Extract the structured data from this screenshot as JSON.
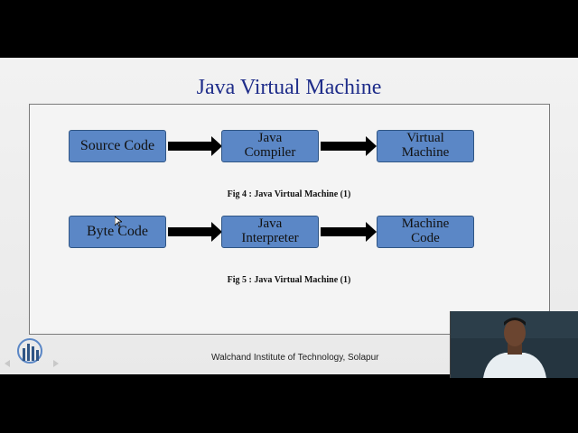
{
  "slide": {
    "title": "Java Virtual Machine",
    "fig1": {
      "boxes": [
        {
          "lines": [
            "Source Code"
          ]
        },
        {
          "lines": [
            "Java",
            "Compiler"
          ]
        },
        {
          "lines": [
            "Virtual",
            "Machine"
          ]
        }
      ],
      "caption": "Fig 4 : Java Virtual Machine (1)"
    },
    "fig2": {
      "boxes": [
        {
          "lines": [
            "Byte Code"
          ]
        },
        {
          "lines": [
            "Java",
            "Interpreter"
          ]
        },
        {
          "lines": [
            "Machine",
            "Code"
          ]
        }
      ],
      "caption": "Fig 5 : Java Virtual Machine (1)"
    },
    "footer": "Walchand Institute of Technology, Solapur"
  },
  "colors": {
    "title": "#1f2d8a",
    "box_fill": "#5b87c6",
    "box_border": "#2f5585",
    "arrow": "#000000"
  },
  "icons": {
    "logo": "institute-logo-icon",
    "nav": "slide-nav-arrows-icon",
    "cursor": "mouse-pointer-icon"
  }
}
